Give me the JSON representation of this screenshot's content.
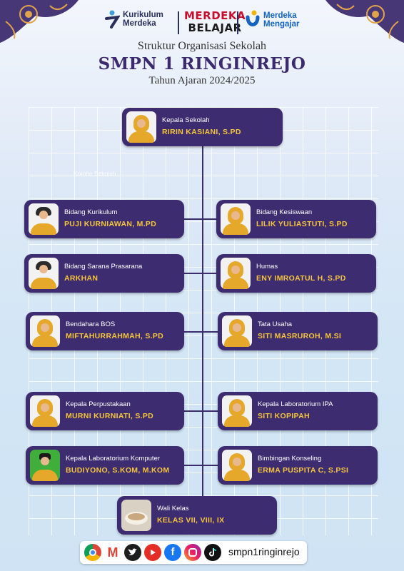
{
  "logos": {
    "kurikulum_line1": "Kurikulum",
    "kurikulum_line2": "Merdeka",
    "merdeka_belajar_line1": "MERDEKA",
    "merdeka_belajar_line2": "BELAJAR",
    "merdeka_mengajar_line1": "Merdeka",
    "merdeka_mengajar_line2": "Mengajar"
  },
  "header": {
    "subtitle": "Struktur Organisasi Sekolah",
    "school": "SMPN 1 RINGINREJO",
    "year": "Tahun Ajaran 2024/2025"
  },
  "komite_label": "Komite Sekolah",
  "head": {
    "role": "Kepala Sekolah",
    "name": "RIRIN KASIANI, S.PD"
  },
  "staff_left": [
    {
      "role": "Bidang Kurikulum",
      "name": "PUJI KURNIAWAN, M.PD"
    },
    {
      "role": "Bidang Sarana Prasarana",
      "name": "ARKHAN"
    },
    {
      "role": "Bendahara BOS",
      "name": "MIFTAHURRAHMAH, S.PD"
    },
    {
      "role": "Kepala Perpustakaan",
      "name": "MURNI KURNIATI, S.PD"
    },
    {
      "role": "Kepala Laboratorium Komputer",
      "name": "BUDIYONO, S.KOM, M.KOM"
    }
  ],
  "staff_right": [
    {
      "role": "Bidang Kesiswaan",
      "name": "LILIK YULIASTUTI, S.PD"
    },
    {
      "role": "Humas",
      "name": "ENY IMROATUL H, S.PD"
    },
    {
      "role": "Tata Usaha",
      "name": "SITI MASRUROH, M.SI"
    },
    {
      "role": "Kepala Laboratorium IPA",
      "name": "SITI KOPIPAH"
    },
    {
      "role": "Bimbingan Konseling",
      "name": "ERMA PUSPITA C, S.PSI"
    }
  ],
  "wali": {
    "role": "Wali Kelas",
    "name": "KELAS VII, VIII, IX"
  },
  "social": {
    "icons": [
      "chrome-icon",
      "gmail-icon",
      "twitter-icon",
      "youtube-icon",
      "facebook-icon",
      "instagram-icon",
      "tiktok-icon"
    ],
    "handle": "smpn1ringinrejo"
  },
  "colors": {
    "card": "#3d2c70",
    "name_gold": "#f5c53b",
    "title_purple": "#3b2a6e",
    "hijab_gold": "#e5a82a"
  }
}
